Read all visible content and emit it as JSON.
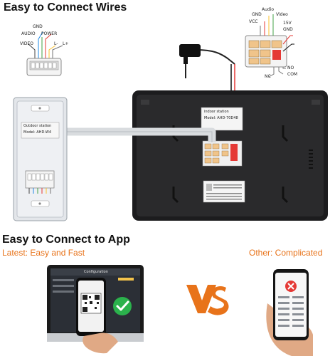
{
  "top": {
    "title": "Easy to Connect Wires",
    "left_labels": {
      "gnd": "GND",
      "audio": "AUDIO",
      "power": "POWER",
      "video": "VIDEO",
      "l_minus": "L-",
      "l_plus": "L+"
    },
    "right_labels": {
      "audio": "Audio",
      "gnd": "GND",
      "video": "Video",
      "vcc": "VCC",
      "v15": "15V",
      "gnd2": "GND",
      "no": "NO",
      "com": "COM",
      "nc": "NC"
    },
    "outdoor_label": "Outdoor station",
    "outdoor_model": "Model: AHD-W4",
    "indoor_label": "indoor station",
    "indoor_model": "Model: AHD-70D48"
  },
  "bottom": {
    "title": "Easy to Connect to App",
    "latest": "Latest: Easy and Fast",
    "other": "Other: Complicated",
    "vs": "VS",
    "screen_title": "Configuration"
  },
  "colors": {
    "orange": "#e8731a",
    "green": "#2bb24c",
    "red": "#e53935",
    "panel_dark": "#1c1c1e",
    "cable": "#d9dcdf"
  }
}
